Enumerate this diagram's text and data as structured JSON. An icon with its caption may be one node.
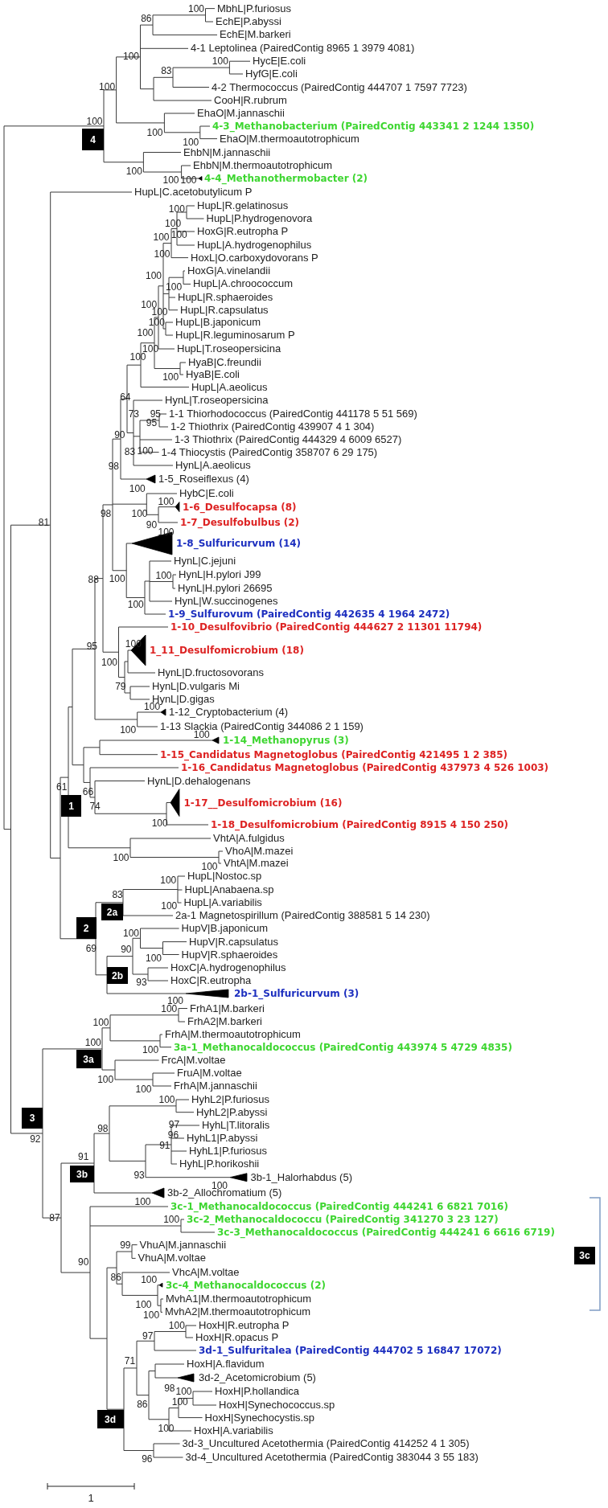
{
  "diagram": {
    "nodes": [
      {
        "text": [
          "4"
        ]
      },
      {
        "text": [
          "1"
        ]
      },
      {
        "text": [
          "2a"
        ]
      },
      {
        "text": [
          "2"
        ]
      },
      {
        "text": [
          "2b"
        ]
      },
      {
        "text": [
          "3a"
        ]
      },
      {
        "text": [
          "3"
        ]
      },
      {
        "text": [
          "3b"
        ]
      },
      {
        "text": [
          "3c"
        ]
      },
      {
        "text": [
          "3d"
        ]
      }
    ],
    "labels": [
      "MbhL|P.furiosus",
      "EchE|P.abyssi",
      "EchE|M.barkeri",
      "4-1 Leptolinea (PairedContig 8965 1 3979 4081)",
      "HycE|E.coli",
      "HyfG|E.coli",
      "4-2 Thermococcus (PairedContig 444707 1 7597 7723)",
      "CooH|R.rubrum",
      "EhaO|M.jannaschii",
      "4-3_Methanobacterium (PairedContig 443341 2 1244 1350)",
      "EhaO|M.thermoautotrophicum",
      "EhbN|M.jannaschii",
      "EhbN|M.thermoautotrophicum",
      "4-4_Methanothermobacter (2)",
      "HupL|C.acetobutylicum P",
      "HupL|R.gelatinosus",
      "HupL|P.hydrogenovora",
      "HoxG|R.eutropha P",
      "HupL|A.hydrogenophilus",
      "HoxL|O.carboxydovorans P",
      "HoxG|A.vinelandii",
      "HupL|A.chroococcum",
      "HupL|R.sphaeroides",
      "HupL|R.capsulatus",
      "HupL|B.japonicum",
      "HupL|R.leguminosarum P",
      "HupL|T.roseopersicina",
      "HyaB|C.freundii",
      "HyaB|E.coli",
      "HupL|A.aeolicus",
      "HynL|T.roseopersicina",
      "1-1 Thiorhodococcus (PairedContig 441178 5 51 569)",
      "1-2 Thiothrix (PairedContig 439907 4 1 304)",
      "1-3 Thiothrix (PairedContig 444329 4 6009 6527)",
      "1-4 Thiocystis (PairedContig 358707 6 29 175)",
      "HynL|A.aeolicus",
      "1-5_Roseiflexus (4)",
      "HybC|E.coli",
      "1-6_Desulfocapsa (8)",
      "1-7_Desulfobulbus (2)",
      "1-8_Sulfuricurvum (14)",
      "HynL|C.jejuni",
      "HynL|H.pylori J99",
      "HynL|H.pylori 26695",
      "HynL|W.succinogenes",
      "1-9_Sulfurovum (PairedContig 442635 4 1964 2472)",
      "1-10_Desulfovibrio (PairedContig 444627 2 11301 11794)",
      "1_11_Desulfomicrobium (18)",
      "HynL|D.fructosovorans",
      "HynL|D.vulgaris Mi",
      "HynL|D.gigas",
      "1-12_Cryptobacterium (4)",
      "1-13 Slackia (PairedContig 344086 2 1 159)",
      "1-14_Methanopyrus (3)",
      "1-15_Candidatus Magnetoglobus (PairedContig 421495 1 2 385)",
      "1-16_Candidatus Magnetoglobus (PairedContig 437973 4 526 1003)",
      "HynL|D.dehalogenans",
      "1-17__Desulfomicrobium (16)",
      "1-18_Desulfomicrobium (PairedContig 8915 4 150 250)",
      "VhtA|A.fulgidus",
      "VhoA|M.mazei",
      "VhtA|M.mazei",
      "HupL|Nostoc.sp",
      "HupL|Anabaena.sp",
      "HupL|A.variabilis",
      "2a-1 Magnetospirillum (PairedContig 388581 5 14 230)",
      "HupV|B.japonicum",
      "HupV|R.capsulatus",
      "HupV|R.sphaeroides",
      "HoxC|A.hydrogenophilus",
      "HoxC|R.eutropha",
      "2b-1_Sulfuricurvum (3)",
      "FrhA1|M.barkeri",
      "FrhA2|M.barkeri",
      "FrhA|M.thermoautotrophicum",
      "3a-1_Methanocaldococcus (PairedContig 443974 5 4729 4835)",
      "FrcA|M.voltae",
      "FruA|M.voltae",
      "FrhA|M.jannaschii",
      "HyhL2|P.furiosus",
      "HyhL2|P.abyssi",
      "HyhL|T.litoralis",
      "HyhL1|P.abyssi",
      "HyhL1|P.furiosus",
      "HyhL|P.horikoshii",
      "3b-1_Halorhabdus (5)",
      "3b-2_Allochromatium (5)",
      "3c-1_Methanocaldococcus (PairedContig 444241 6 6821 7016)",
      "3c-2_Methanocaldococcu (PairedContig 341270 3 23 127)",
      "3c-3_Methanocaldococcus (PairedContig 444241 6 6616 6719)",
      "VhuA|M.jannaschii",
      "VhuA|M.voltae",
      "VhcA|M.voltae",
      "3c-4_Methanocaldococcus (2)",
      "MvhA1|M.thermoautotrophicum",
      "MvhA2|M.thermoautotrophicum",
      "HoxH|R.eutropha P",
      "HoxH|R.opacus P",
      "3d-1_Sulfuritalea (PairedContig 444702 5 16847 17072)",
      "HoxH|A.flavidum",
      "3d-2_Acetomicrobium (5)",
      "HoxH|P.hollandica",
      "HoxH|Synechococcus.sp",
      "HoxH|Synechocystis.sp",
      "HoxH|A.variabilis",
      "3d-3_Uncultured Acetothermia (PairedContig 414252 4 1 305)",
      "3d-4_Uncultured Acetothermia (PairedContig 383044 3 55 183)",
      "100",
      "86",
      "100",
      "100",
      "83",
      "100",
      "100",
      "100",
      "100",
      "100",
      "100",
      "100",
      "100",
      "100",
      "100",
      "100",
      "100",
      "100",
      "100",
      "100",
      "100",
      "100",
      "100",
      "100",
      "100",
      "100",
      "64",
      "73",
      "95",
      "95",
      "90",
      "100",
      "83",
      "98",
      "100",
      "100",
      "98",
      "100",
      "81",
      "90",
      "100",
      "100",
      "100",
      "88",
      "100",
      "100",
      "95",
      "100",
      "79",
      "100",
      "100",
      "100",
      "61",
      "66",
      "74",
      "100",
      "100",
      "100",
      "100",
      "83",
      "100",
      "100",
      "69",
      "90",
      "100",
      "93",
      "100",
      "100",
      "100",
      "100",
      "100",
      "100",
      "100",
      "100",
      "97",
      "98",
      "96",
      "92",
      "91",
      "91",
      "93",
      "100",
      "100",
      "87",
      "100",
      "99",
      "90",
      "86",
      "100",
      "100",
      "100",
      "100",
      "97",
      "71",
      "98",
      "100",
      "100",
      "86",
      "100",
      "96",
      "1"
    ]
  }
}
